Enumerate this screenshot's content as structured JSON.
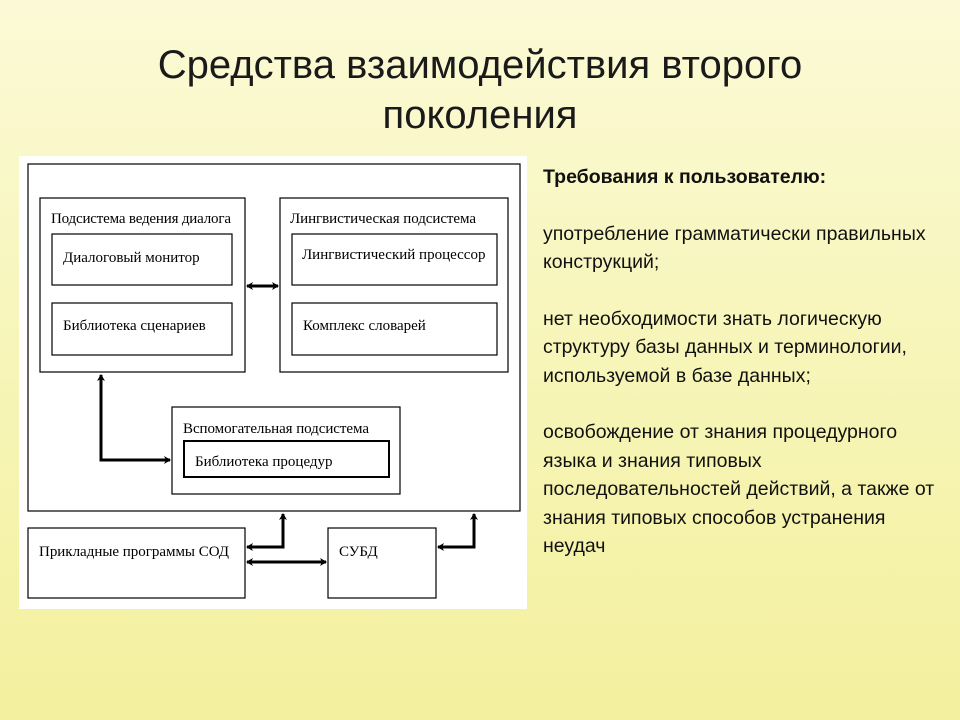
{
  "title": {
    "line1": "Средства взаимодействия второго",
    "line2": "поколения"
  },
  "diagram": {
    "dialog_subsystem": "Подсистема ведения диалога",
    "dialog_monitor": "Диалоговый монитор",
    "scenario_library": "Библиотека сценариев",
    "linguistic_subsystem": "Лингвистическая подсистема",
    "linguistic_processor": "Лингвистический процессор",
    "dictionaries": "Комплекс словарей",
    "aux_subsystem": "Вспомогательная подсистема",
    "procedure_library": "Библиотека  процедур",
    "applications": "Прикладные программы СОД",
    "dbms": "СУБД"
  },
  "requirements": {
    "heading": "Требования к пользователю:",
    "items": [
      "употребление грамматически правильных конструкций;",
      "нет  необходимости знать логическую структуру базы данных и терминологии, используемой в базе данных;",
      "освобождение от знания процедурного языка и знания типовых последовательностей действий, а также  от знания типовых способов устранения неудач"
    ]
  }
}
